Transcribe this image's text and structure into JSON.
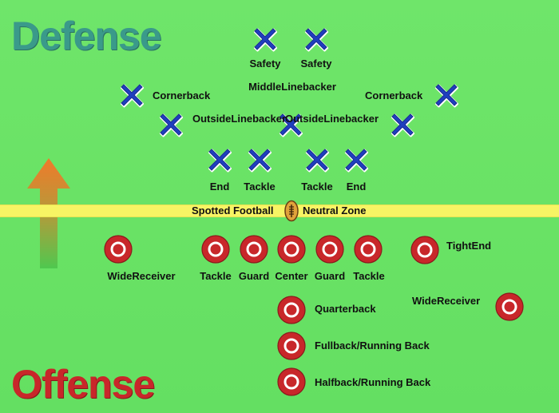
{
  "titles": {
    "defense": "Defense",
    "offense": "Offense"
  },
  "colors": {
    "field": "#6be466",
    "zone": "#f7f464",
    "defense_marker": "#1f3fbf",
    "offense_marker": "#c8272a",
    "defense_title": "#3a9a8a",
    "offense_title": "#c8272a"
  },
  "neutral_zone": {
    "left_label": "Spotted Football",
    "right_label": "Neutral Zone",
    "icon": "football-icon"
  },
  "defense": {
    "safety_left": "Safety",
    "safety_right": "Safety",
    "middle_linebacker": "MiddleLinebacker",
    "cornerback_left": "Cornerback",
    "cornerback_right": "Cornerback",
    "outside_linebacker_left": "OutsideLinebacker",
    "outside_linebacker_right": "OutsideLinebacker",
    "end_left": "End",
    "tackle_left": "Tackle",
    "tackle_right": "Tackle",
    "end_right": "End"
  },
  "offense": {
    "wide_receiver_left": "WideReceiver",
    "tackle_left": "Tackle",
    "guard_left": "Guard",
    "center": "Center",
    "guard_right": "Guard",
    "tackle_right": "Tackle",
    "tight_end": "TightEnd",
    "wide_receiver_right": "WideReceiver",
    "quarterback": "Quarterback",
    "fullback": "Fullback/Running Back",
    "halfback": "Halfback/Running Back"
  },
  "direction_icon": "up-arrow-icon"
}
